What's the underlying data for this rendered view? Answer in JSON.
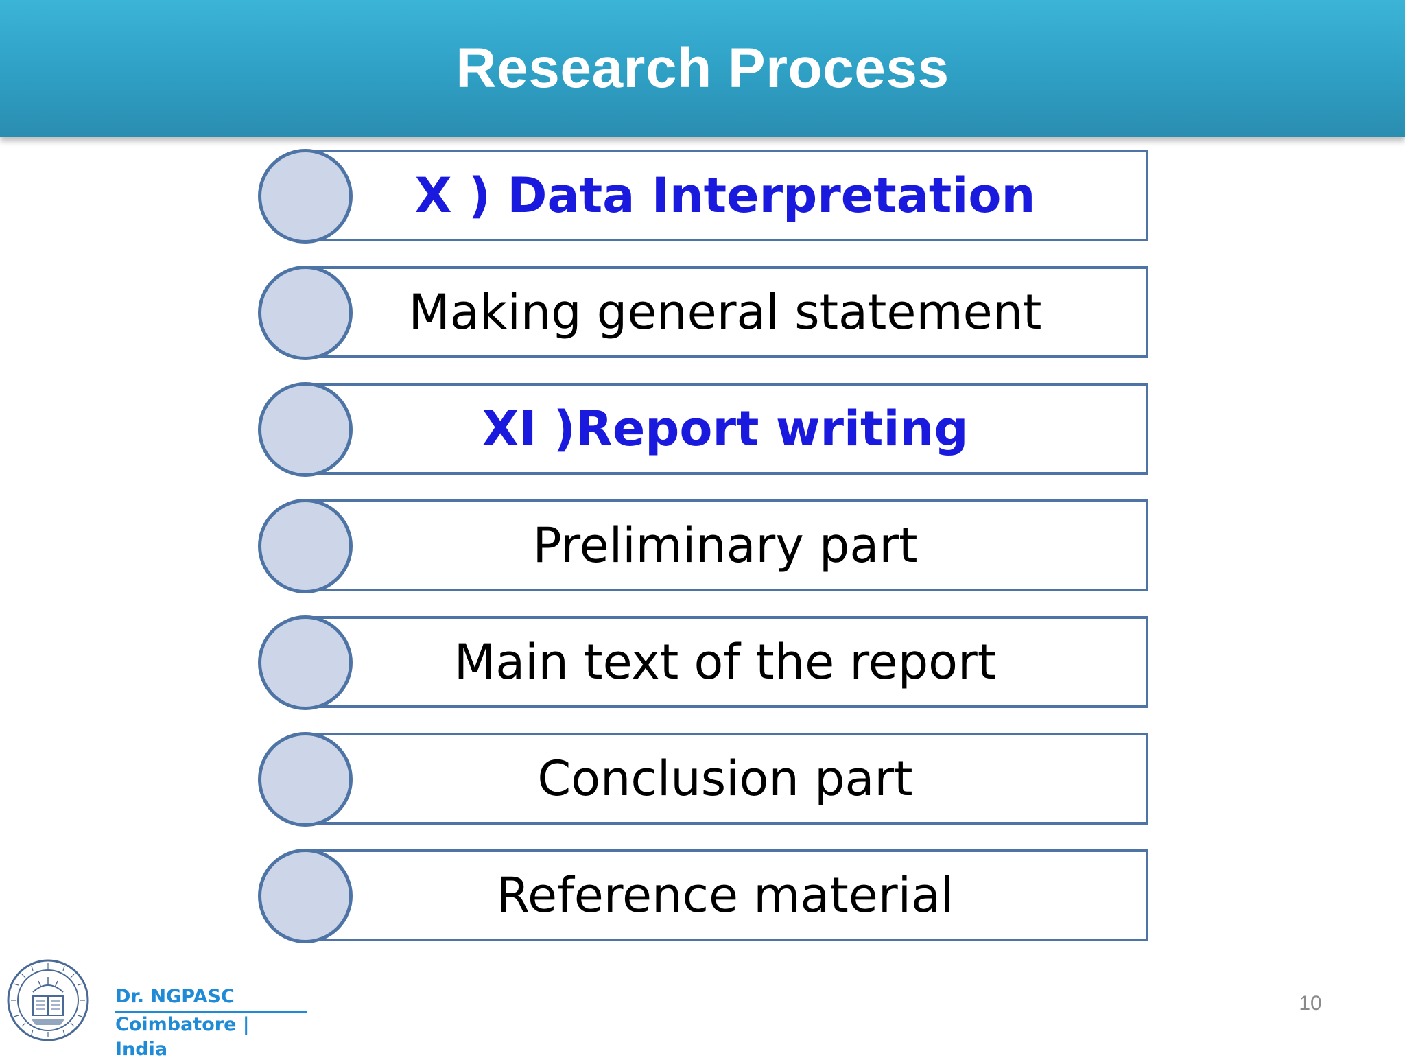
{
  "slide": {
    "title": "Research Process",
    "items": [
      {
        "label": "X ) Data Interpretation",
        "highlight": true
      },
      {
        "label": "Making general statement",
        "highlight": false
      },
      {
        "label": "XI )Report writing",
        "highlight": true
      },
      {
        "label": "Preliminary part",
        "highlight": false
      },
      {
        "label": "Main text of the report",
        "highlight": false
      },
      {
        "label": "Conclusion part",
        "highlight": false
      },
      {
        "label": "Reference material",
        "highlight": false
      }
    ],
    "page_number": "10"
  },
  "footer": {
    "org_line1": "Dr. NGPASC",
    "org_line2": "Coimbatore | India",
    "logo_icon": "college-seal-icon"
  },
  "colors": {
    "header_top": "#3bb4d8",
    "header_bottom": "#2a8db0",
    "highlight_text": "#1a1adf",
    "box_border": "#4e74a6",
    "circle_fill": "#ccd6e8",
    "footer_text": "#1f8bd6"
  }
}
